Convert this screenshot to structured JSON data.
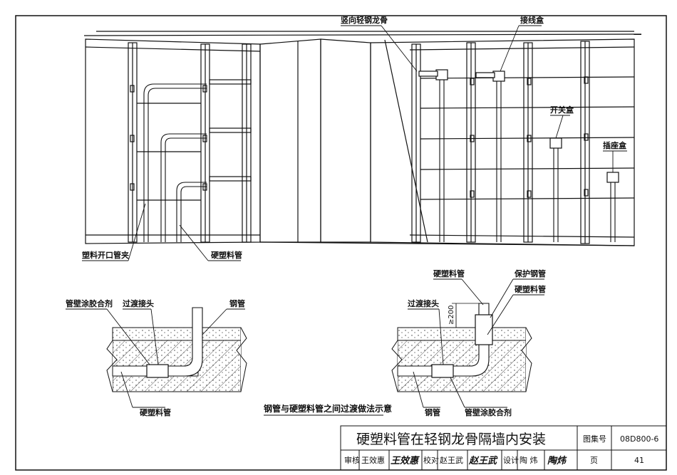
{
  "labels": {
    "vertical_keel": "竖向轻钢龙骨",
    "junction_box": "接线盒",
    "switch_box": "开关盒",
    "socket_box": "插座盒",
    "pipe_clamp": "塑料开口管夹",
    "pvc_pipe_top": "硬塑料管",
    "pipe_glue_left": "管壁涂胶合剂",
    "transition_joint_left": "过渡接头",
    "steel_pipe_left": "钢管",
    "pvc_pipe_left": "硬塑料管",
    "pvc_pipe_right_top": "硬塑料管",
    "protective_steel_pipe": "保护钢管",
    "pvc_pipe_right": "硬塑料管",
    "transition_joint_right": "过渡接头",
    "steel_pipe_right": "钢管",
    "pipe_glue_right": "管壁涂胶合剂",
    "dimension_200": "≥200"
  },
  "caption": "钢管与硬塑料管之间过渡做法示意",
  "title_block": {
    "title": "硬塑料管在轻钢龙骨隔墙内安装",
    "atlas_label": "图集号",
    "atlas_number": "08D800-6",
    "review_label": "审核",
    "reviewer": "王效惠",
    "reviewer_sig": "王效惠",
    "check_label": "校对",
    "checker": "赵王武",
    "checker_sig": "赵王武",
    "design_label": "设计",
    "designer": "陶  炜",
    "designer_sig": "陶炜",
    "page_label": "页",
    "page_number": "41"
  }
}
